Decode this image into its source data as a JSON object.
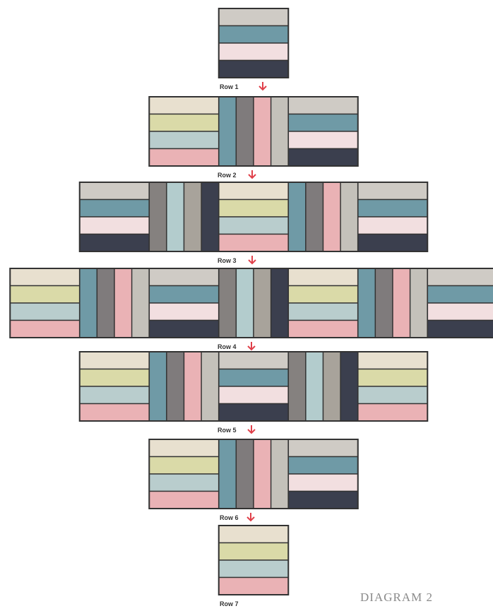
{
  "diagram": {
    "title": "DIAGRAM 2",
    "rows": [
      {
        "label": "Row 1",
        "blocks": [
          {
            "kind": "h",
            "set": "gray"
          }
        ]
      },
      {
        "label": "Row 2",
        "blocks": [
          {
            "kind": "h",
            "set": "cream"
          },
          {
            "kind": "v",
            "set": "v1"
          },
          {
            "kind": "h",
            "set": "gray"
          }
        ]
      },
      {
        "label": "Row 3",
        "blocks": [
          {
            "kind": "h",
            "set": "gray"
          },
          {
            "kind": "v",
            "set": "v2"
          },
          {
            "kind": "h",
            "set": "cream"
          },
          {
            "kind": "v",
            "set": "v1"
          },
          {
            "kind": "h",
            "set": "gray"
          }
        ]
      },
      {
        "label": "Row 4",
        "blocks": [
          {
            "kind": "h",
            "set": "cream"
          },
          {
            "kind": "v",
            "set": "v1"
          },
          {
            "kind": "h",
            "set": "gray"
          },
          {
            "kind": "v",
            "set": "v2"
          },
          {
            "kind": "h",
            "set": "cream"
          },
          {
            "kind": "v",
            "set": "v1"
          },
          {
            "kind": "h",
            "set": "gray"
          }
        ]
      },
      {
        "label": "Row 5",
        "blocks": [
          {
            "kind": "h",
            "set": "cream"
          },
          {
            "kind": "v",
            "set": "v1"
          },
          {
            "kind": "h",
            "set": "gray"
          },
          {
            "kind": "v",
            "set": "v2"
          },
          {
            "kind": "h",
            "set": "cream"
          }
        ]
      },
      {
        "label": "Row 6",
        "blocks": [
          {
            "kind": "h",
            "set": "cream"
          },
          {
            "kind": "v",
            "set": "v1"
          },
          {
            "kind": "h",
            "set": "gray"
          }
        ]
      },
      {
        "label": "Row 7",
        "blocks": [
          {
            "kind": "h",
            "set": "cream"
          }
        ]
      }
    ],
    "fabric_sets": {
      "gray": [
        "#cfcbc5",
        "#6f9aa6",
        "#f2dfe0",
        "#3b3f4e"
      ],
      "cream": [
        "#e8e0cf",
        "#dadaa8",
        "#b9cdcd",
        "#eab2b5"
      ],
      "v1": [
        "#6f9aa6",
        "#7f7b7c",
        "#eab2b5",
        "#c4c1ba"
      ],
      "v2": [
        "#85817f",
        "#b3cccd",
        "#a8a39b",
        "#3b3f4e"
      ]
    },
    "colors": {
      "border": "#333333",
      "arrow": "#e0404a"
    }
  }
}
